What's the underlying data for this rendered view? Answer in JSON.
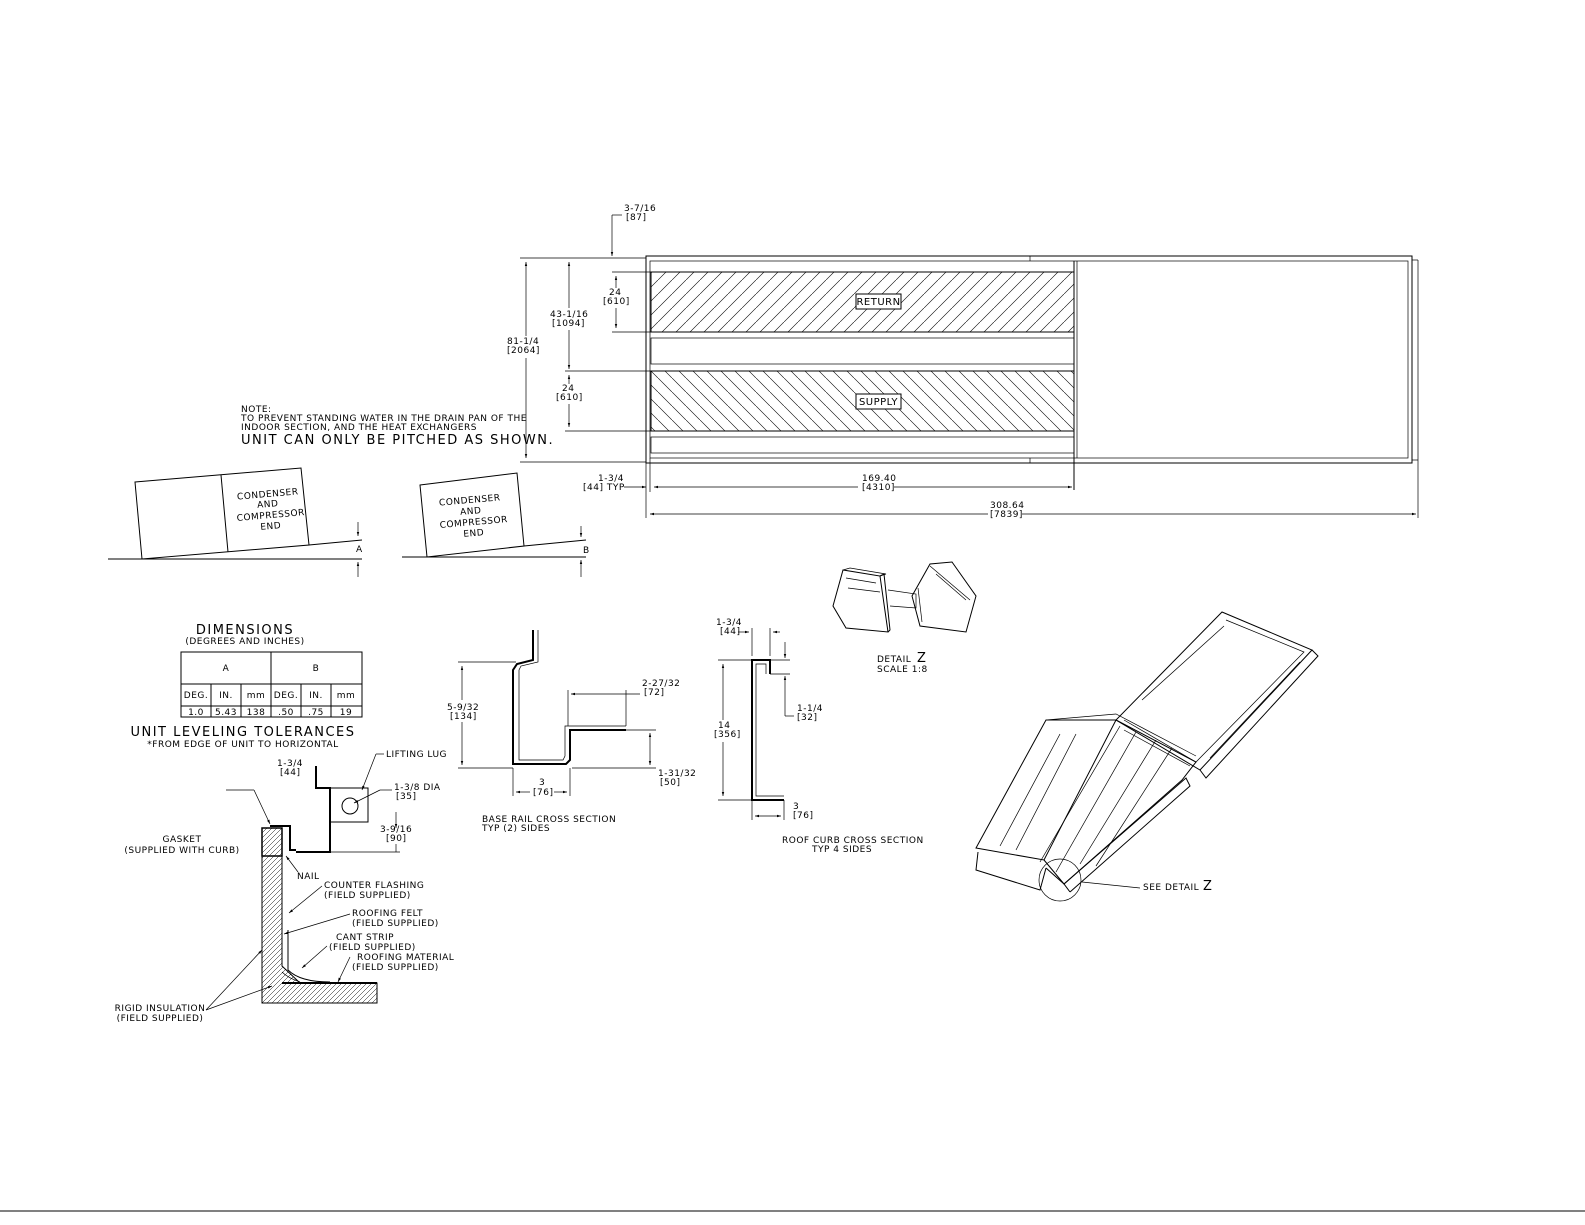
{
  "labels": {
    "return": "RETURN",
    "supply": "SUPPLY",
    "note_1": "NOTE:",
    "note_2": "TO PREVENT STANDING WATER IN THE DRAIN PAN OF THE",
    "note_3": "INDOOR SECTION, AND THE HEAT EXCHANGERS",
    "note_4": "UNIT CAN ONLY BE PITCHED AS SHOWN.",
    "condenser": [
      "CONDENSER",
      "AND",
      "COMPRESSOR",
      "END"
    ],
    "pitch_a": "A",
    "pitch_b": "B",
    "dimensions_title": "DIMENSIONS",
    "dimensions_sub": "(DEGREES AND INCHES)",
    "leveling_title": "UNIT LEVELING TOLERANCES",
    "leveling_sub": "*FROM EDGE OF UNIT TO HORIZONTAL",
    "lifting_lug": "LIFTING LUG",
    "gasket_1": "GASKET",
    "gasket_2": "(SUPPLIED WITH CURB)",
    "nail": "NAIL",
    "counter_1": "COUNTER FLASHING",
    "counter_2": "(FIELD SUPPLIED)",
    "felt_1": "ROOFING FELT",
    "felt_2": "(FIELD SUPPLIED)",
    "cant_1": "CANT STRIP",
    "cant_2": "(FIELD SUPPLIED)",
    "roofmat_1": "ROOFING MATERIAL",
    "roofmat_2": "(FIELD SUPPLIED)",
    "rigid_1": "RIGID INSULATION",
    "rigid_2": "(FIELD SUPPLIED)",
    "base_rail_1": "BASE RAIL CROSS SECTION",
    "base_rail_2": "TYP (2) SIDES",
    "roof_curb_1": "ROOF CURB CROSS SECTION",
    "roof_curb_2": "TYP 4 SIDES",
    "detail_1": "DETAIL",
    "detail_letter": "Z",
    "detail_scale": "SCALE  1:8",
    "see_detail": "SEE DETAIL",
    "see_detail_letter": "Z"
  },
  "dims": {
    "d_3_7_16": "3-7/16",
    "d_87": "[87]",
    "d_24a": "24",
    "d_610a": "[610]",
    "d_43": "43-1/16",
    "d_1094": "[1094]",
    "d_81": "81-1/4",
    "d_2064": "[2064]",
    "d_24b": "24",
    "d_610b": "[610]",
    "d_1_3_4": "1-3/4",
    "d_44typ": "[44] TYP",
    "d_169": "169.40",
    "d_4310": "[4310]",
    "d_308": "308.64",
    "d_7839": "[7839]",
    "lug_1_3_4": "1-3/4",
    "lug_44": "[44]",
    "lug_dia": "1-3/8 DIA",
    "lug_35": "[35]",
    "lug_3_9_16": "3-9/16",
    "lug_90": "[90]",
    "br_5_9_32": "5-9/32",
    "br_134": "[134]",
    "br_2_27_32": "2-27/32",
    "br_72": "[72]",
    "br_1_31_32": "1-31/32",
    "br_50": "[50]",
    "br_3": "3",
    "br_76": "[76]",
    "rc_1_3_4": "1-3/4",
    "rc_44": "[44]",
    "rc_1_1_4": "1-1/4",
    "rc_32": "[32]",
    "rc_14": "14",
    "rc_356": "[356]",
    "rc_3": "3",
    "rc_76": "[76]"
  },
  "table": {
    "group_a": "A",
    "group_b": "B",
    "headers": [
      "DEG.",
      "IN.",
      "mm",
      "DEG.",
      "IN.",
      "mm"
    ],
    "row": [
      "1.0",
      "5.43",
      "138",
      ".50",
      ".75",
      "19"
    ]
  }
}
